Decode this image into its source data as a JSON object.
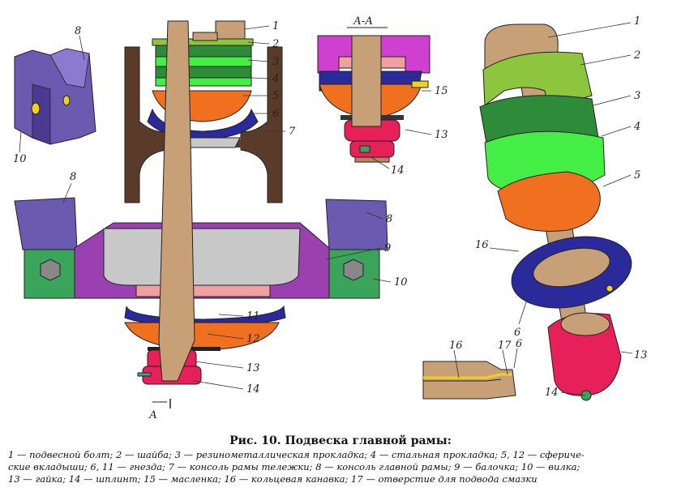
{
  "caption": {
    "title": "Рис. 10. Подвеска главной рамы:",
    "lines": [
      "1 — подвесной болт; 2 — шайба; 3 — резинометаллическая прокладка; 4 — стальная прокладка; 5, 12 — сфериче-",
      "ские вкладыши; 6, 11 — гнезда; 7 — консоль рамы тележки; 8 — консоль главной рамы; 9 — балочка; 10 — вилка;",
      "13 — гайка; 14 — шплинт; 15 — масленка; 16 — кольцевая канавка; 17 — отверстие для подвода смазки"
    ]
  },
  "labels": {
    "section": "А-А",
    "section_arrow": "А",
    "main": [
      "1",
      "2",
      "3",
      "4",
      "5",
      "6",
      "7",
      "8",
      "9",
      "10",
      "11",
      "12",
      "13",
      "14"
    ],
    "corner_fork": [
      "8",
      "10"
    ],
    "section_view": [
      "15",
      "13",
      "14"
    ],
    "exploded": [
      "1",
      "2",
      "3",
      "4",
      "5",
      "16",
      "6",
      "13",
      "14"
    ],
    "detail": [
      "16",
      "17",
      "6"
    ]
  },
  "colors": {
    "bolt": "#c8a078",
    "washer": "#8dc53e",
    "rubber_pad": "#2e8b3a",
    "steel_pad": "#44ee44",
    "spherical_insert": "#f07020",
    "socket": "#2a2a9a",
    "bogie_console": "#5a3a28",
    "frame_console": "#6a5ab0",
    "beam": "#9a40b0",
    "fork": "#3aa55a",
    "nut": "#e8205a",
    "gray": "#c8c8c8",
    "pink": "#f0a0a0",
    "magenta": "#d040d0"
  }
}
